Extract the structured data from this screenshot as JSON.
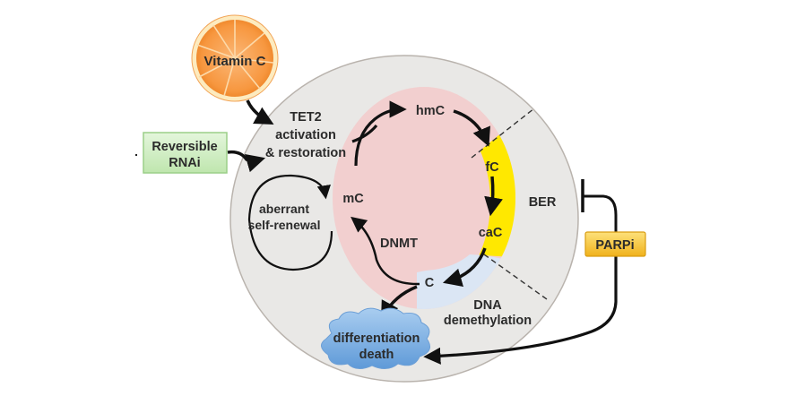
{
  "diagram": {
    "title": "TET2 restoration and DNA demethylation pathway",
    "inputs": {
      "vitamin_c": "Vitamin C",
      "reversible_rnai_line1": "Reversible",
      "reversible_rnai_line2": "RNAi",
      "parpi": "PARPi"
    },
    "process": {
      "tet2_line1": "TET2",
      "tet2_line2": "activation",
      "tet2_line3": "& restoration",
      "aberrant_line1": "aberrant",
      "aberrant_line2": "self-renewal",
      "dnmt": "DNMT",
      "ber": "BER",
      "dna_demethylation_line1": "DNA",
      "dna_demethylation_line2": "demethylation"
    },
    "nodes": {
      "mc": "mC",
      "hmc": "hmC",
      "fc": "fC",
      "cac": "caC",
      "c": "C"
    },
    "outcome": {
      "line1": "differentiation",
      "line2": "death"
    },
    "colors": {
      "cell": "#e9e8e6",
      "cell_border": "#b9b3ad",
      "nucleus": "#f2cfcf",
      "oxidized_band": "#ffe800",
      "unmodified_band": "#dbe6f4",
      "orange": "#f8a04f",
      "rnai_box": "#cdeec0",
      "parpi_box": "#f7c531",
      "cloud": "#7fb1e3",
      "arrow": "#111111"
    }
  }
}
